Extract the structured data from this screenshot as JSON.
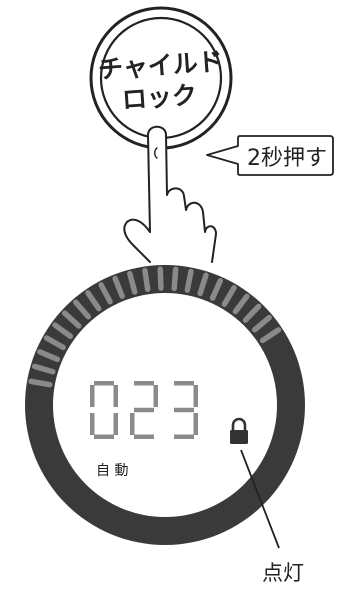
{
  "button": {
    "label_line1": "チャイルド",
    "label_line2": "ロック",
    "action_label": "2秒押す"
  },
  "display": {
    "digits": "023",
    "mode_label": "自 動",
    "lock_icon": "lock-icon",
    "indicator_label": "点灯"
  },
  "colors": {
    "ring": "#3a3a3a",
    "segment": "#8a8a8a",
    "digit": "#8a8a8a",
    "lock": "#333333"
  }
}
